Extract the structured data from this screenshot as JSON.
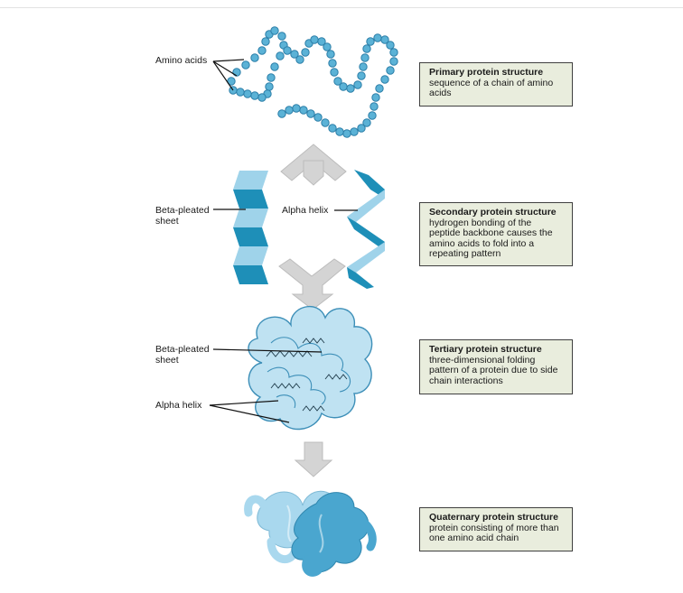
{
  "labels": {
    "amino_acids": "Amino acids",
    "beta_sheet_1": "Beta-pleated\nsheet",
    "alpha_helix_1": "Alpha helix",
    "beta_sheet_2": "Beta-pleated\nsheet",
    "alpha_helix_2": "Alpha helix"
  },
  "boxes": [
    {
      "title": "Primary protein structure",
      "desc": "sequence of a chain of amino acids"
    },
    {
      "title": "Secondary protein structure",
      "desc": "hydrogen bonding of the peptide backbone causes the amino acids to fold into a repeating pattern"
    },
    {
      "title": "Tertiary protein structure",
      "desc": "three-dimensional folding pattern of a protein due to side chain interactions"
    },
    {
      "title": "Quaternary protein structure",
      "desc": "protein consisting of more than one amino acid chain"
    }
  ],
  "colors": {
    "bead_fill": "#5bb2d6",
    "bead_stroke": "#2b7ea8",
    "ribbon_dark": "#1e8fb8",
    "ribbon_light": "#9fd3ea",
    "tertiary_fill": "#b9dff0",
    "quaternary_dark": "#4aa6cf",
    "quaternary_light": "#a9d8ee",
    "box_fill": "#e9eddd",
    "arrow_fill": "#d4d4d4"
  }
}
